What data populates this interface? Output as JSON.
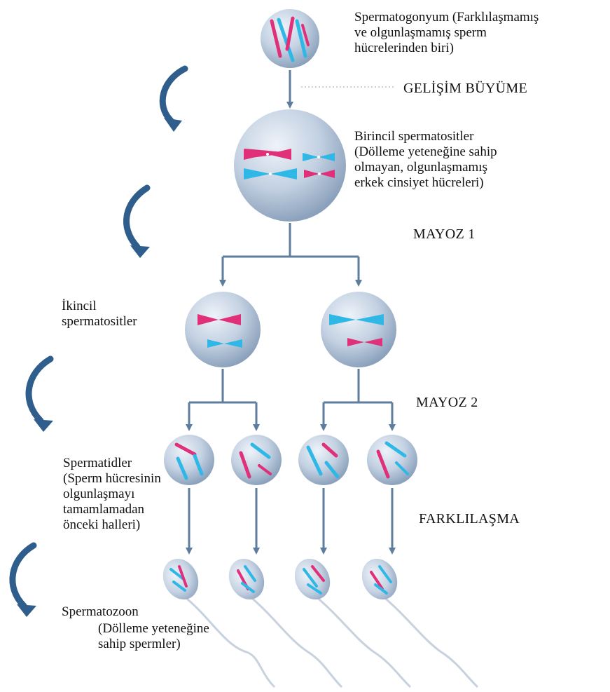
{
  "colors": {
    "cell_light": "#e8eef6",
    "cell_mid": "#b8c8dc",
    "cell_dark": "#7f97b3",
    "magenta": "#e0307a",
    "cyan": "#2fb8e6",
    "arrow": "#5f7d9d",
    "curved_arrow": "#2f5e8c",
    "text": "#111111"
  },
  "labels": {
    "spermatogonium": "Spermatogonyum (Farklılaşmamış\nve olgunlaşmamış sperm\nhücrelerinden biri)",
    "primary": "Birincil spermatositler\n(Dölleme yeteneğine sahip\nolmayan, olgunlaşmamış\nerkek cinsiyet hücreleri)",
    "secondary": "İkincil\nspermatositler",
    "spermatids": "Spermatidler\n(Sperm hücresinin\nolgunlaşmayı\ntamamlamadan\nönceki halleri)",
    "spermatozoon": "Spermatozoon",
    "spermatozoon_desc": "(Dölleme yeteneğine\nsahip spermler)"
  },
  "stages": {
    "growth": "GELİŞİM BÜYÜME",
    "meiosis1": "MAYOZ 1",
    "meiosis2": "MAYOZ 2",
    "differentiation": "FARKLILAŞMA"
  },
  "icons": [
    "curved-arrow-icon"
  ]
}
